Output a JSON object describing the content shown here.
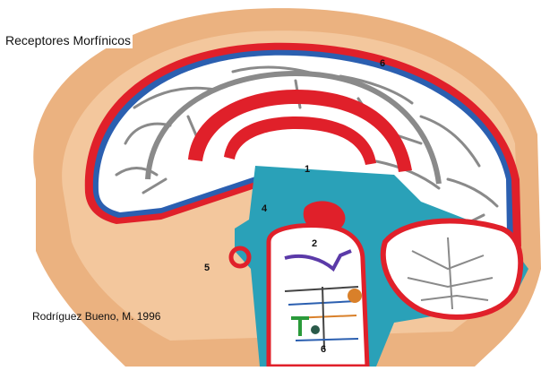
{
  "title": "Receptores Morfínicos",
  "credit": "Rodríguez Bueno, M. 1996",
  "region_numbers": [
    "6",
    "1",
    "4",
    "2",
    "5",
    "6"
  ],
  "colors": {
    "skull": "#e8a56a",
    "red_layer": "#e0202a",
    "blue_layer": "#2b5fb0",
    "ventricle": "#2aa1b8",
    "sulci": "#8a8a8a",
    "purple_path": "#5b3aa8",
    "orange_path": "#d9802a",
    "green_path": "#2a9a3a"
  }
}
